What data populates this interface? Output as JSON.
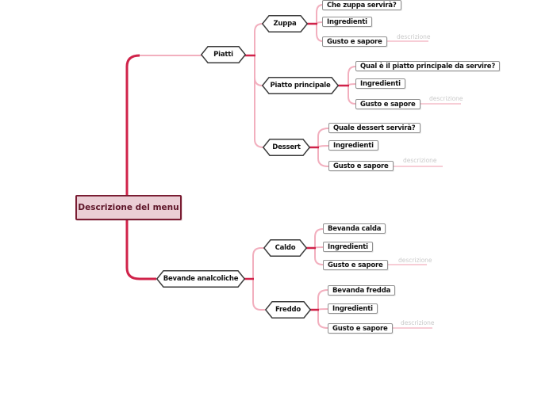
{
  "diagram": {
    "root": {
      "label": "Descrizione del menu"
    },
    "branches": [
      {
        "label": "Piatti",
        "children": [
          {
            "label": "Zuppa",
            "leaves": [
              "Che zuppa servirà?",
              "Ingredienti",
              "Gusto e sapore"
            ],
            "edge_label": "descrizione"
          },
          {
            "label": "Piatto principale",
            "leaves": [
              "Qual è il piatto principale da servire?",
              "Ingredienti",
              "Gusto e sapore"
            ],
            "edge_label": "descrizione"
          },
          {
            "label": "Dessert",
            "leaves": [
              "Quale dessert servirà?",
              "Ingredienti",
              "Gusto e sapore"
            ],
            "edge_label": "descrizione"
          }
        ]
      },
      {
        "label": "Bevande analcoliche",
        "children": [
          {
            "label": "Caldo",
            "leaves": [
              "Bevanda calda",
              "Ingredienti",
              "Gusto e sapore"
            ],
            "edge_label": "descrizione"
          },
          {
            "label": "Freddo",
            "leaves": [
              "Bevanda fredda",
              "Ingredienti",
              "Gusto e sapore"
            ],
            "edge_label": "descrizione"
          }
        ]
      }
    ]
  },
  "colors": {
    "root_fill": "#ebced5",
    "root_border": "#7a1d33",
    "root_text": "#5e1629",
    "trunk_line": "#d0234a",
    "branch_line": "#f2afbe",
    "hexagon_border": "#3b3b3b",
    "leaf_border": "#919191",
    "edge_label_text": "#c9c9c9"
  }
}
